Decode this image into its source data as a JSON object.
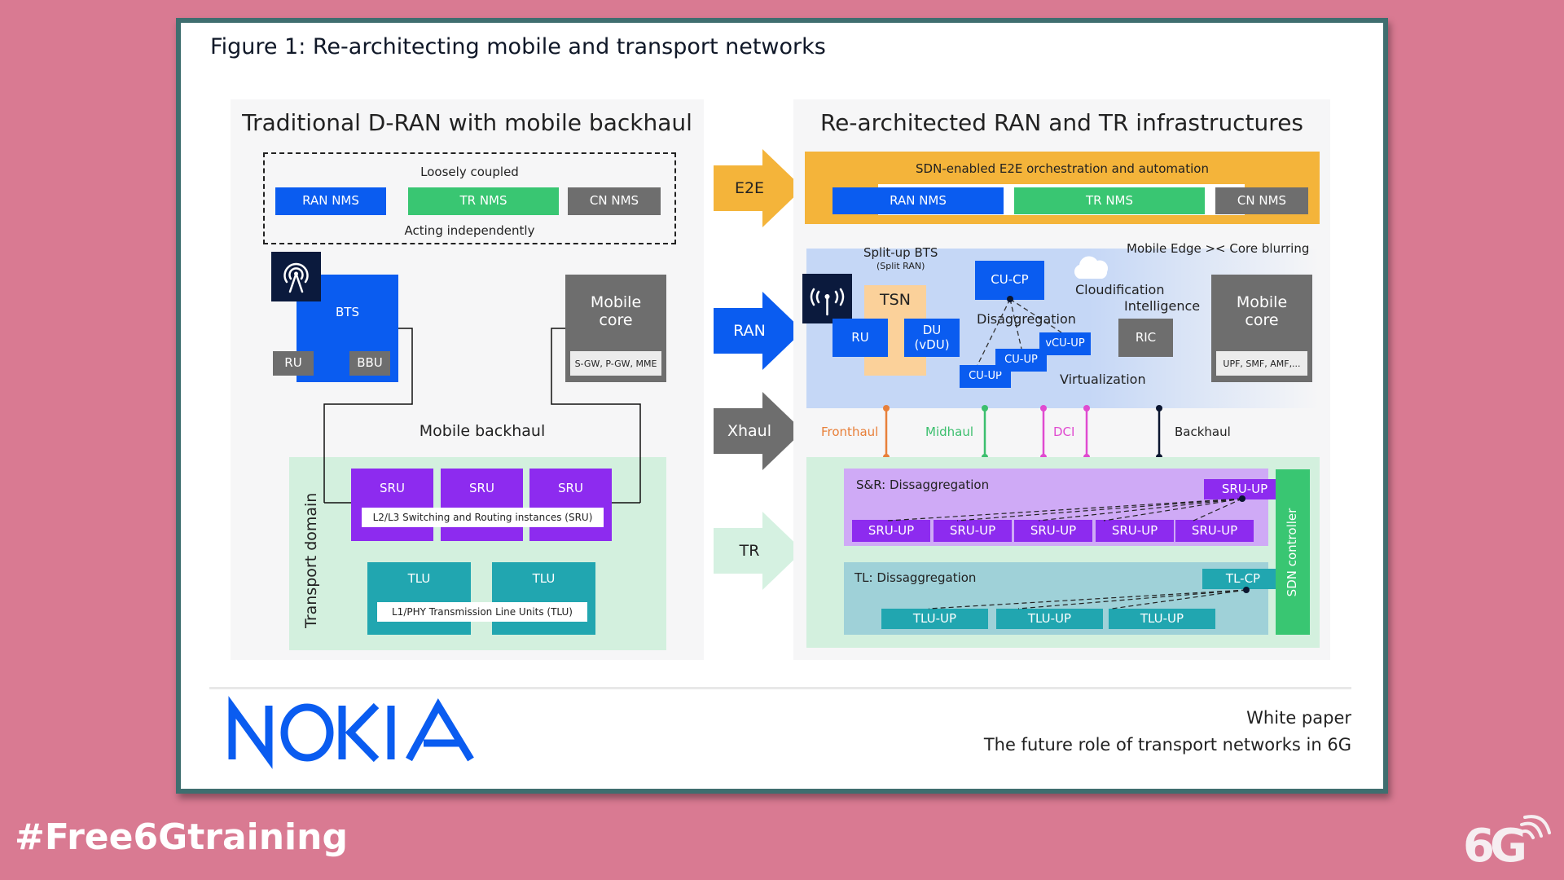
{
  "figure_title": "Figure 1: Re-architecting mobile and transport networks",
  "left_panel": {
    "title": "Traditional D-RAN with mobile backhaul",
    "nms_group": {
      "top_label": "Loosely coupled",
      "bottom_label": "Acting independently",
      "items": [
        "RAN NMS",
        "TR NMS",
        "CN NMS"
      ]
    },
    "bts": {
      "label": "BTS",
      "ru": "RU",
      "bbu": "BBU"
    },
    "mobile_core": {
      "label": "Mobile\ncore",
      "functions": "S-GW, P-GW, MME"
    },
    "backhaul_label": "Mobile backhaul",
    "transport_domain": {
      "label": "Transport domain",
      "sru_boxes": [
        "SRU",
        "SRU",
        "SRU"
      ],
      "sru_caption": "L2/L3 Switching and Routing instances (SRU)",
      "tlu_boxes": [
        "TLU",
        "TLU"
      ],
      "tlu_caption": "L1/PHY Transmission Line Units (TLU)"
    }
  },
  "arrows": [
    {
      "label": "E2E",
      "color": "#f4b43a"
    },
    {
      "label": "RAN",
      "color": "#0a5cf0"
    },
    {
      "label": "Xhaul",
      "color": "#6e6e6e"
    },
    {
      "label": "TR",
      "color": "#d5f1e1"
    }
  ],
  "right_panel": {
    "title": "Re-architected RAN and TR infrastructures",
    "orchestration": {
      "label": "SDN-enabled E2E orchestration and automation",
      "items": [
        "RAN NMS",
        "TR NMS",
        "CN NMS"
      ]
    },
    "ran": {
      "split_bts": "Split-up BTS",
      "split_ran": "(Split RAN)",
      "tsn": "TSN",
      "ru": "RU",
      "du": "DU\n(vDU)",
      "cu_cp": "CU-CP",
      "disaggregation": "Disaggregation",
      "cu_up_1": "CU-UP",
      "cu_up_2": "CU-UP",
      "vcu_up": "vCU-UP",
      "virtualization": "Virtualization",
      "cloudification": "Cloudification",
      "intelligence": "Intelligence",
      "ric": "RIC",
      "edge_core": "Mobile Edge >< Core blurring",
      "mobile_core": "Mobile\ncore",
      "core_functions": "UPF, SMF, AMF,..."
    },
    "xhaul": [
      {
        "label": "Fronthaul",
        "color": "#e8803a"
      },
      {
        "label": "Midhaul",
        "color": "#3cbf6e"
      },
      {
        "label": "DCI",
        "color": "#e04bd0"
      },
      {
        "label": "Backhaul",
        "color": "#0b1630"
      }
    ],
    "sr": {
      "label": "S&R: Dissaggregation",
      "cp": "SRU-UP",
      "ups": [
        "SRU-UP",
        "SRU-UP",
        "SRU-UP",
        "SRU-UP",
        "SRU-UP"
      ]
    },
    "tl": {
      "label": "TL: Dissaggregation",
      "cp": "TL-CP",
      "ups": [
        "TLU-UP",
        "TLU-UP",
        "TLU-UP"
      ]
    },
    "sdn_controller": "SDN controller"
  },
  "footer": {
    "logo": "NOKIA",
    "doc_type": "White paper",
    "doc_title": "The future role of transport networks in 6G"
  },
  "hashtag": "#Free6Gtraining",
  "corner_logo": "6G"
}
